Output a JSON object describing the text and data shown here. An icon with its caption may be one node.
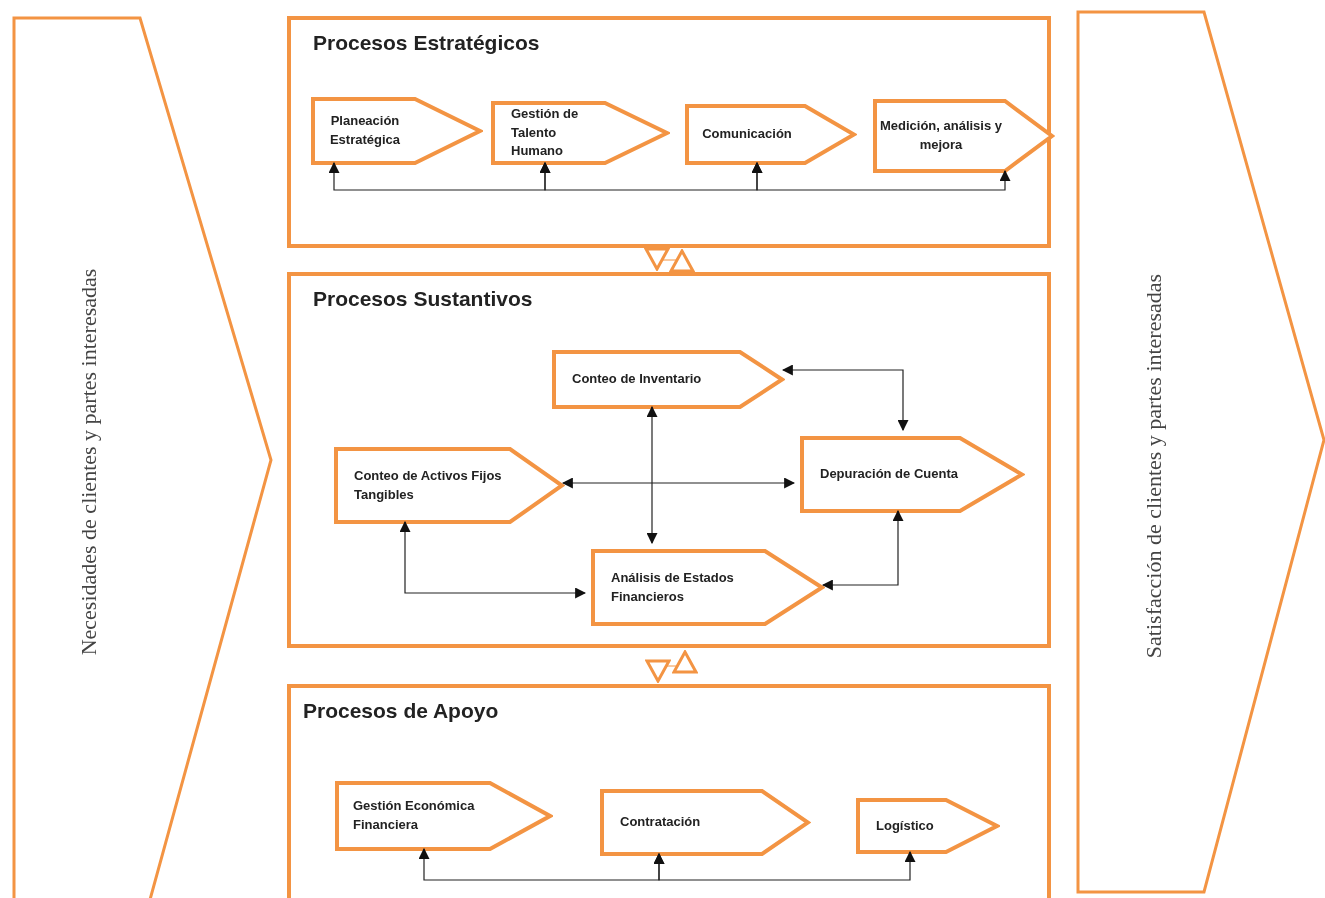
{
  "diagram": {
    "nodes": [
      {
        "text": [
          "Necesidades de clientes y partes interesadas"
        ]
      },
      {
        "text": [
          "Procesos Estratégicos"
        ]
      },
      {
        "text": [
          "Planeación Estratégica"
        ],
        "in": 1
      },
      {
        "text": [
          "Gestión de Talento Humano"
        ],
        "in": 1
      },
      {
        "text": [
          "Comunicación"
        ],
        "in": 1
      },
      {
        "text": [
          "Medición, análisis y mejora"
        ],
        "in": 1
      },
      {
        "text": [
          "Procesos Sustantivos"
        ]
      },
      {
        "text": [
          "Conteo de Inventario"
        ],
        "in": 6
      },
      {
        "text": [
          "Conteo de Activos Fijos Tangibles"
        ],
        "in": 6
      },
      {
        "text": [
          "Depuración de Cuenta"
        ],
        "in": 6
      },
      {
        "text": [
          "Análisis de Estados Financieros"
        ],
        "in": 6
      },
      {
        "text": [
          "Procesos de Apoyo"
        ]
      },
      {
        "text": [
          "Gestión Económica Financiera"
        ],
        "in": 11
      },
      {
        "text": [
          "Contratación"
        ],
        "in": 11
      },
      {
        "text": [
          "Logístico"
        ],
        "in": 11
      },
      {
        "text": [
          "Satisfacción de clientes y partes interesadas"
        ]
      }
    ],
    "edges": [
      {
        "from": 2,
        "to": 3,
        "arrow": "both"
      },
      {
        "from": 3,
        "to": 4,
        "arrow": "both"
      },
      {
        "from": 4,
        "to": 5,
        "arrow": "both"
      },
      {
        "from": 1,
        "to": 6,
        "arrow": "both",
        "color": "#f39443"
      },
      {
        "from": 7,
        "to": 9,
        "arrow": "both"
      },
      {
        "from": 7,
        "to": 10,
        "arrow": "both"
      },
      {
        "from": 8,
        "to": 9,
        "arrow": "both"
      },
      {
        "from": 8,
        "to": 10,
        "arrow": "both"
      },
      {
        "from": 10,
        "to": 9,
        "arrow": "both"
      },
      {
        "from": 6,
        "to": 11,
        "arrow": "both",
        "color": "#f39443"
      },
      {
        "from": 12,
        "to": 13,
        "arrow": "both"
      },
      {
        "from": 13,
        "to": 14,
        "arrow": "both"
      }
    ]
  }
}
